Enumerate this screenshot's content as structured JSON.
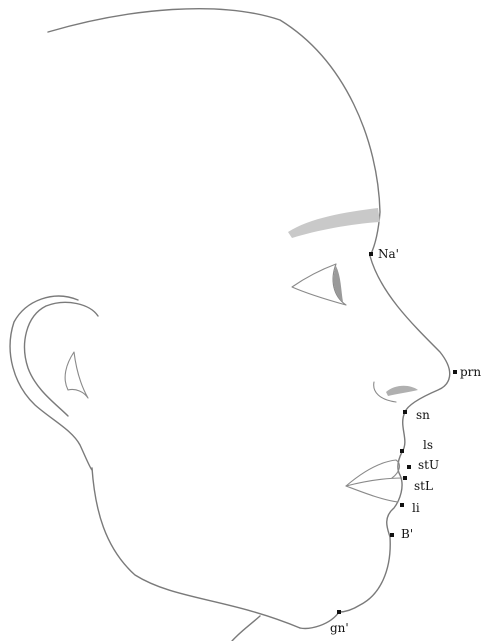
{
  "figure": {
    "landmarks": [
      {
        "id": "Na",
        "label": "Na'"
      },
      {
        "id": "prn",
        "label": "prn"
      },
      {
        "id": "sn",
        "label": "sn"
      },
      {
        "id": "ls",
        "label": "ls"
      },
      {
        "id": "stU",
        "label": "stU"
      },
      {
        "id": "stL",
        "label": "stL"
      },
      {
        "id": "li",
        "label": "li"
      },
      {
        "id": "B",
        "label": "B'"
      },
      {
        "id": "gn",
        "label": "gn'"
      }
    ]
  }
}
